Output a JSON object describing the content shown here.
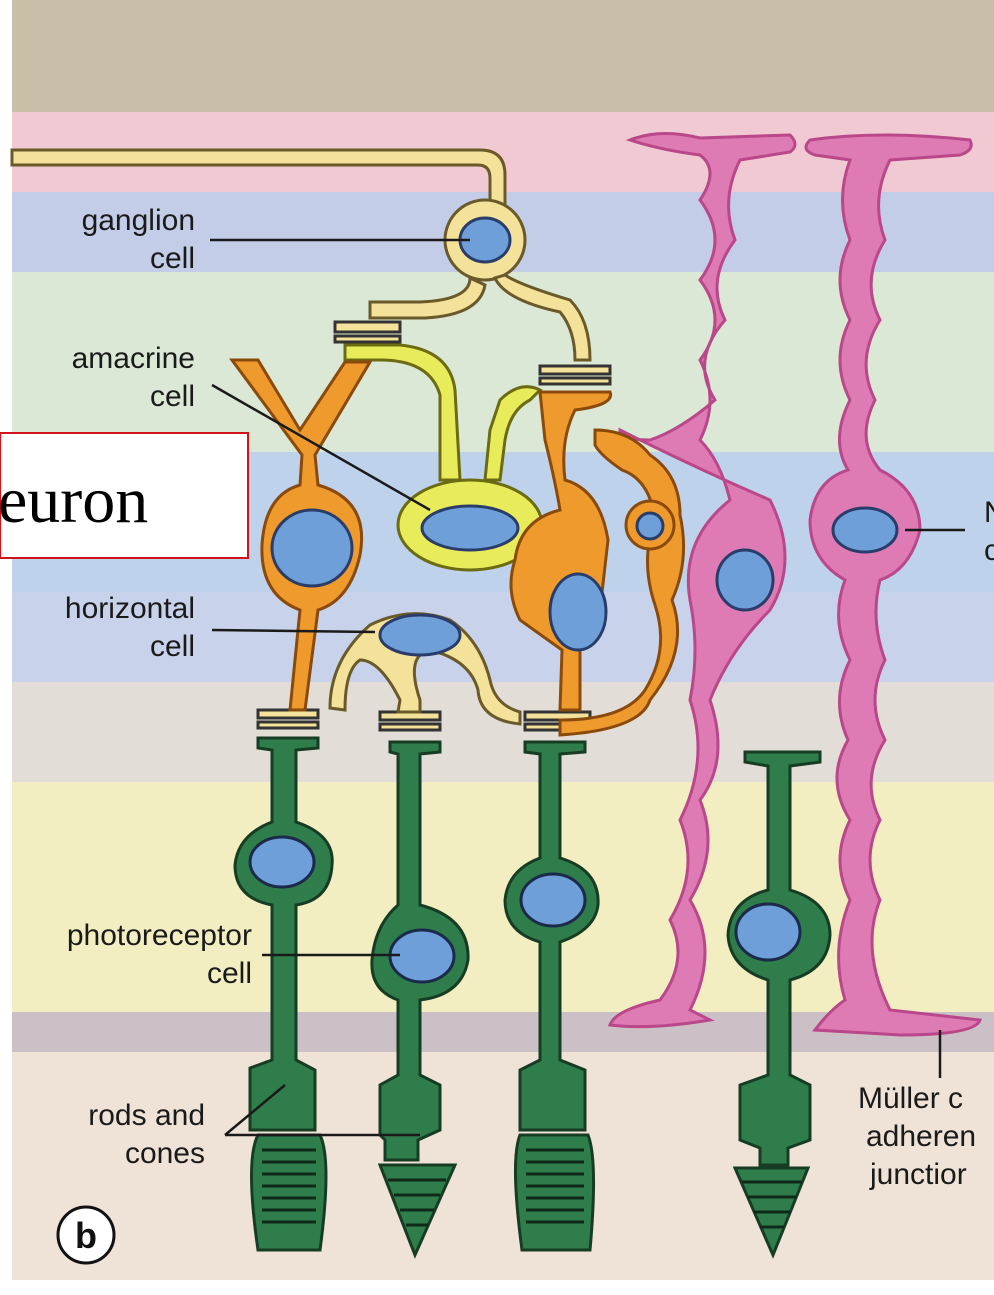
{
  "labels": {
    "ganglion": [
      "ganglion",
      "cell"
    ],
    "amacrine": [
      "amacrine",
      "cell"
    ],
    "horizontal": [
      "horizontal",
      "cell"
    ],
    "photoreceptor": [
      "photoreceptor",
      "cell"
    ],
    "rods_cones": [
      "rods and",
      "cones"
    ],
    "muller_partial": [
      "N",
      "c"
    ],
    "muller_bottom": [
      "Müller c",
      "adheren",
      "junctior"
    ],
    "panel": "b"
  },
  "overlay_callout": "euron",
  "colors": {
    "ganglion": "#f4e29a",
    "bipolar_orange": "#ef9a2c",
    "amacrine_yellow": "#e9ec5a",
    "photoreceptor_green": "#2f7d4b",
    "muller_pink": "#de7bb4",
    "nucleus_blue": "#6e9fd9",
    "callout_border": "#d1131b"
  }
}
